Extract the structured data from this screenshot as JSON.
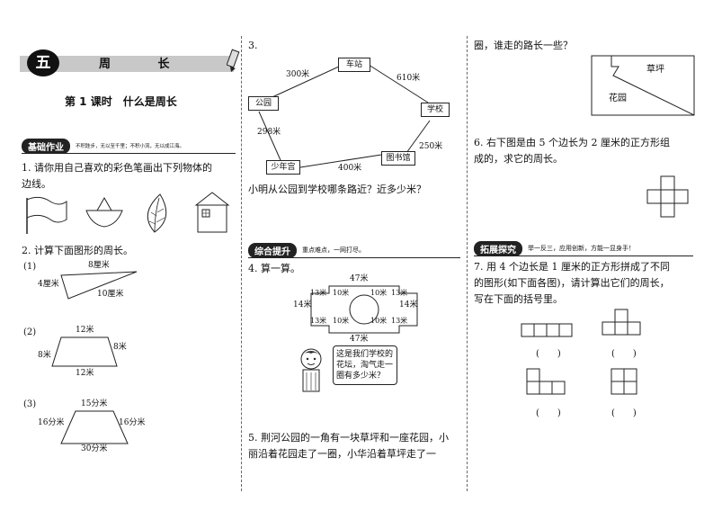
{
  "unit": {
    "number": "五",
    "title": "周 长"
  },
  "lesson_title": "第 1 课时　什么是周长",
  "sections": {
    "basic": {
      "tag": "基础作业",
      "subtitle": "不积跬步，无以至千里；不积小流，无以成江海。"
    },
    "comprehensive": {
      "tag": "综合提升",
      "subtitle": "重点难点，一网打尽。"
    },
    "extension": {
      "tag": "拓展探究",
      "subtitle": "举一反三，应用创新，方能一显身手！"
    }
  },
  "q1": {
    "line1": "1. 请你用自己喜欢的彩色笔画出下列物体的",
    "line2": "边线。"
  },
  "q2": {
    "title": "2. 计算下面图形的周长。",
    "fig1": {
      "label": "(1)",
      "top": "8厘米",
      "left": "4厘米",
      "right": "10厘米"
    },
    "fig2": {
      "label": "(2)",
      "top": "12米",
      "right": "8米",
      "left": "8米",
      "bottom": "12米"
    },
    "fig3": {
      "label": "(3)",
      "top": "15分米",
      "left": "16分米",
      "right": "16分米",
      "bottom": "30分米"
    }
  },
  "q3": {
    "number": "3.",
    "places": {
      "station": "车站",
      "park": "公园",
      "school": "学校",
      "youth": "少年宫",
      "library": "图书馆"
    },
    "distances": {
      "park_station": "300米",
      "station_school": "610米",
      "park_youth": "298米",
      "youth_library": "400米",
      "library_school": "250米"
    },
    "question": "小明从公园到学校哪条路近？近多少米？"
  },
  "q4": {
    "title": "4. 算一算。",
    "labels": {
      "top": "47米",
      "bottom": "47米",
      "left_outer": "14米",
      "right_outer": "14米",
      "tl_a": "13米",
      "tl_b": "10米",
      "tr_a": "10米",
      "tr_b": "13米",
      "bl_a": "13米",
      "bl_b": "10米",
      "br_a": "10米",
      "br_b": "13米"
    },
    "speech": "这是我们学校的花坛，淘气走一圈有多少米？"
  },
  "q5": {
    "line1": "5. 荆河公园的一角有一块草坪和一座花园，小",
    "line2": "丽沿着花园走了一圈，小华沿着草坪走了一",
    "line3": "圈，谁走的路长一些？",
    "grass": "草坪",
    "garden": "花园"
  },
  "q6": {
    "line1": "6. 右下图是由 5 个边长为 2 厘米的正方形组",
    "line2": "成的，求它的周长。"
  },
  "q7": {
    "line1": "7. 用 4 个边长是 1 厘米的正方形拼成了不同",
    "line2": "的图形(如下面各图)，请计算出它们的周长，",
    "line3": "写在下面的括号里。",
    "blank": "(　　)"
  }
}
